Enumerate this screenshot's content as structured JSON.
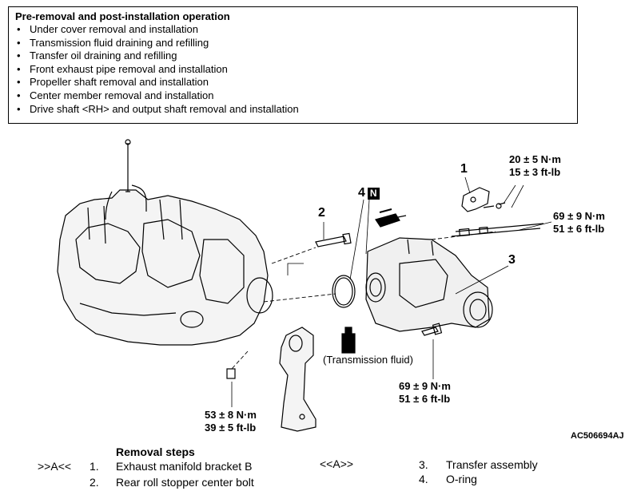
{
  "pre_removal": {
    "title": "Pre-removal and post-installation operation",
    "items": [
      "Under cover removal and installation",
      "Transmission fluid draining and refilling",
      "Transfer oil draining and refilling",
      "Front exhaust pipe removal and installation",
      "Propeller shaft removal and installation",
      "Center member removal and installation",
      "Drive shaft <RH> and output shaft removal and installation"
    ]
  },
  "figure": {
    "callouts": {
      "part1": "1",
      "part2": "2",
      "part3": "3",
      "part4": "4",
      "n_badge": "N"
    },
    "torques": {
      "t1_nm": "20 ± 5 N·m",
      "t1_ftlb": "15 ± 3 ft-lb",
      "t2_nm": "69 ± 9 N·m",
      "t2_ftlb": "51 ± 6 ft-lb",
      "t3_nm": "69 ± 9 N·m",
      "t3_ftlb": "51 ± 6 ft-lb",
      "t4_nm": "53 ± 8 N·m",
      "t4_ftlb": "39 ± 5 ft-lb"
    },
    "fluid_label": "(Transmission fluid)",
    "figure_code": "AC506694AJ"
  },
  "removal_steps": {
    "title": "Removal steps",
    "rows": [
      {
        "marker": ">>A<<",
        "number": "1.",
        "text": "Exhaust manifold bracket B"
      },
      {
        "marker": "",
        "number": "2.",
        "text": "Rear roll stopper center bolt"
      },
      {
        "marker": "<<A>>",
        "number": "3.",
        "text": "Transfer assembly"
      },
      {
        "marker": "",
        "number": "4.",
        "text": "O-ring"
      }
    ]
  }
}
